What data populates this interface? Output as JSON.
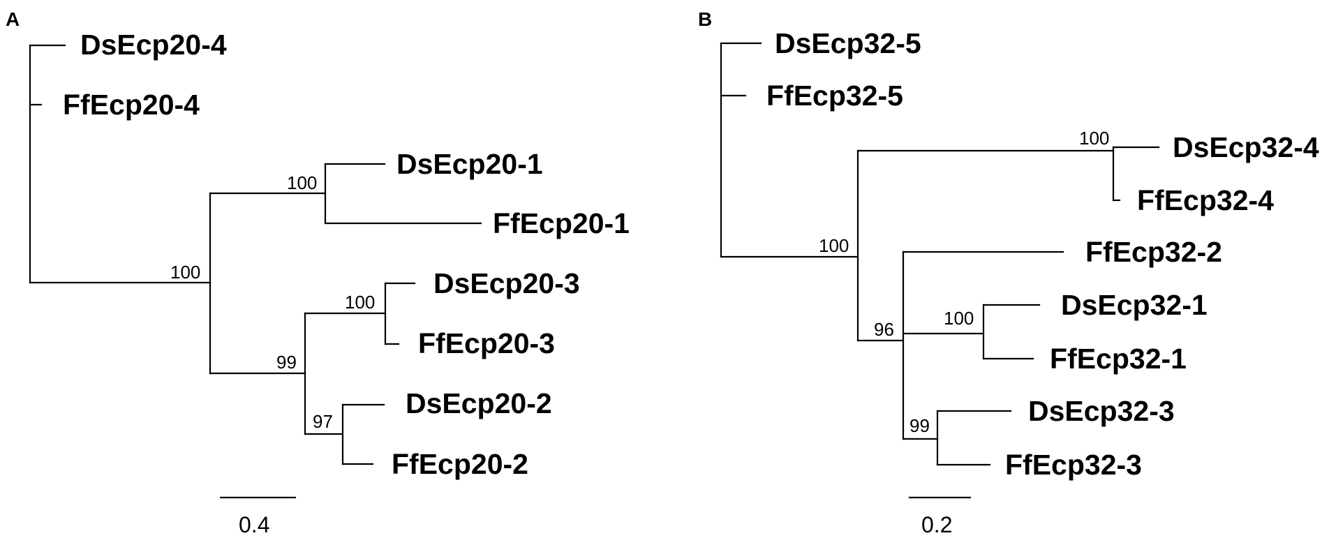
{
  "figure": {
    "panels": [
      {
        "letter": "A",
        "leaves": [
          "DsEcp20-4",
          "FfEcp20-4",
          "DsEcp20-1",
          "FfEcp20-1",
          "DsEcp20-3",
          "FfEcp20-3",
          "DsEcp20-2",
          "FfEcp20-2"
        ],
        "support_values": [
          "100",
          "100",
          "99",
          "100",
          "97"
        ],
        "scale_bar_label": "0.4"
      },
      {
        "letter": "B",
        "leaves": [
          "DsEcp32-5",
          "FfEcp32-5",
          "DsEcp32-4",
          "FfEcp32-4",
          "FfEcp32-2",
          "DsEcp32-1",
          "FfEcp32-1",
          "DsEcp32-3",
          "FfEcp32-3"
        ],
        "support_values": [
          "100",
          "100",
          "96",
          "100",
          "99"
        ],
        "scale_bar_label": "0.2"
      }
    ]
  }
}
